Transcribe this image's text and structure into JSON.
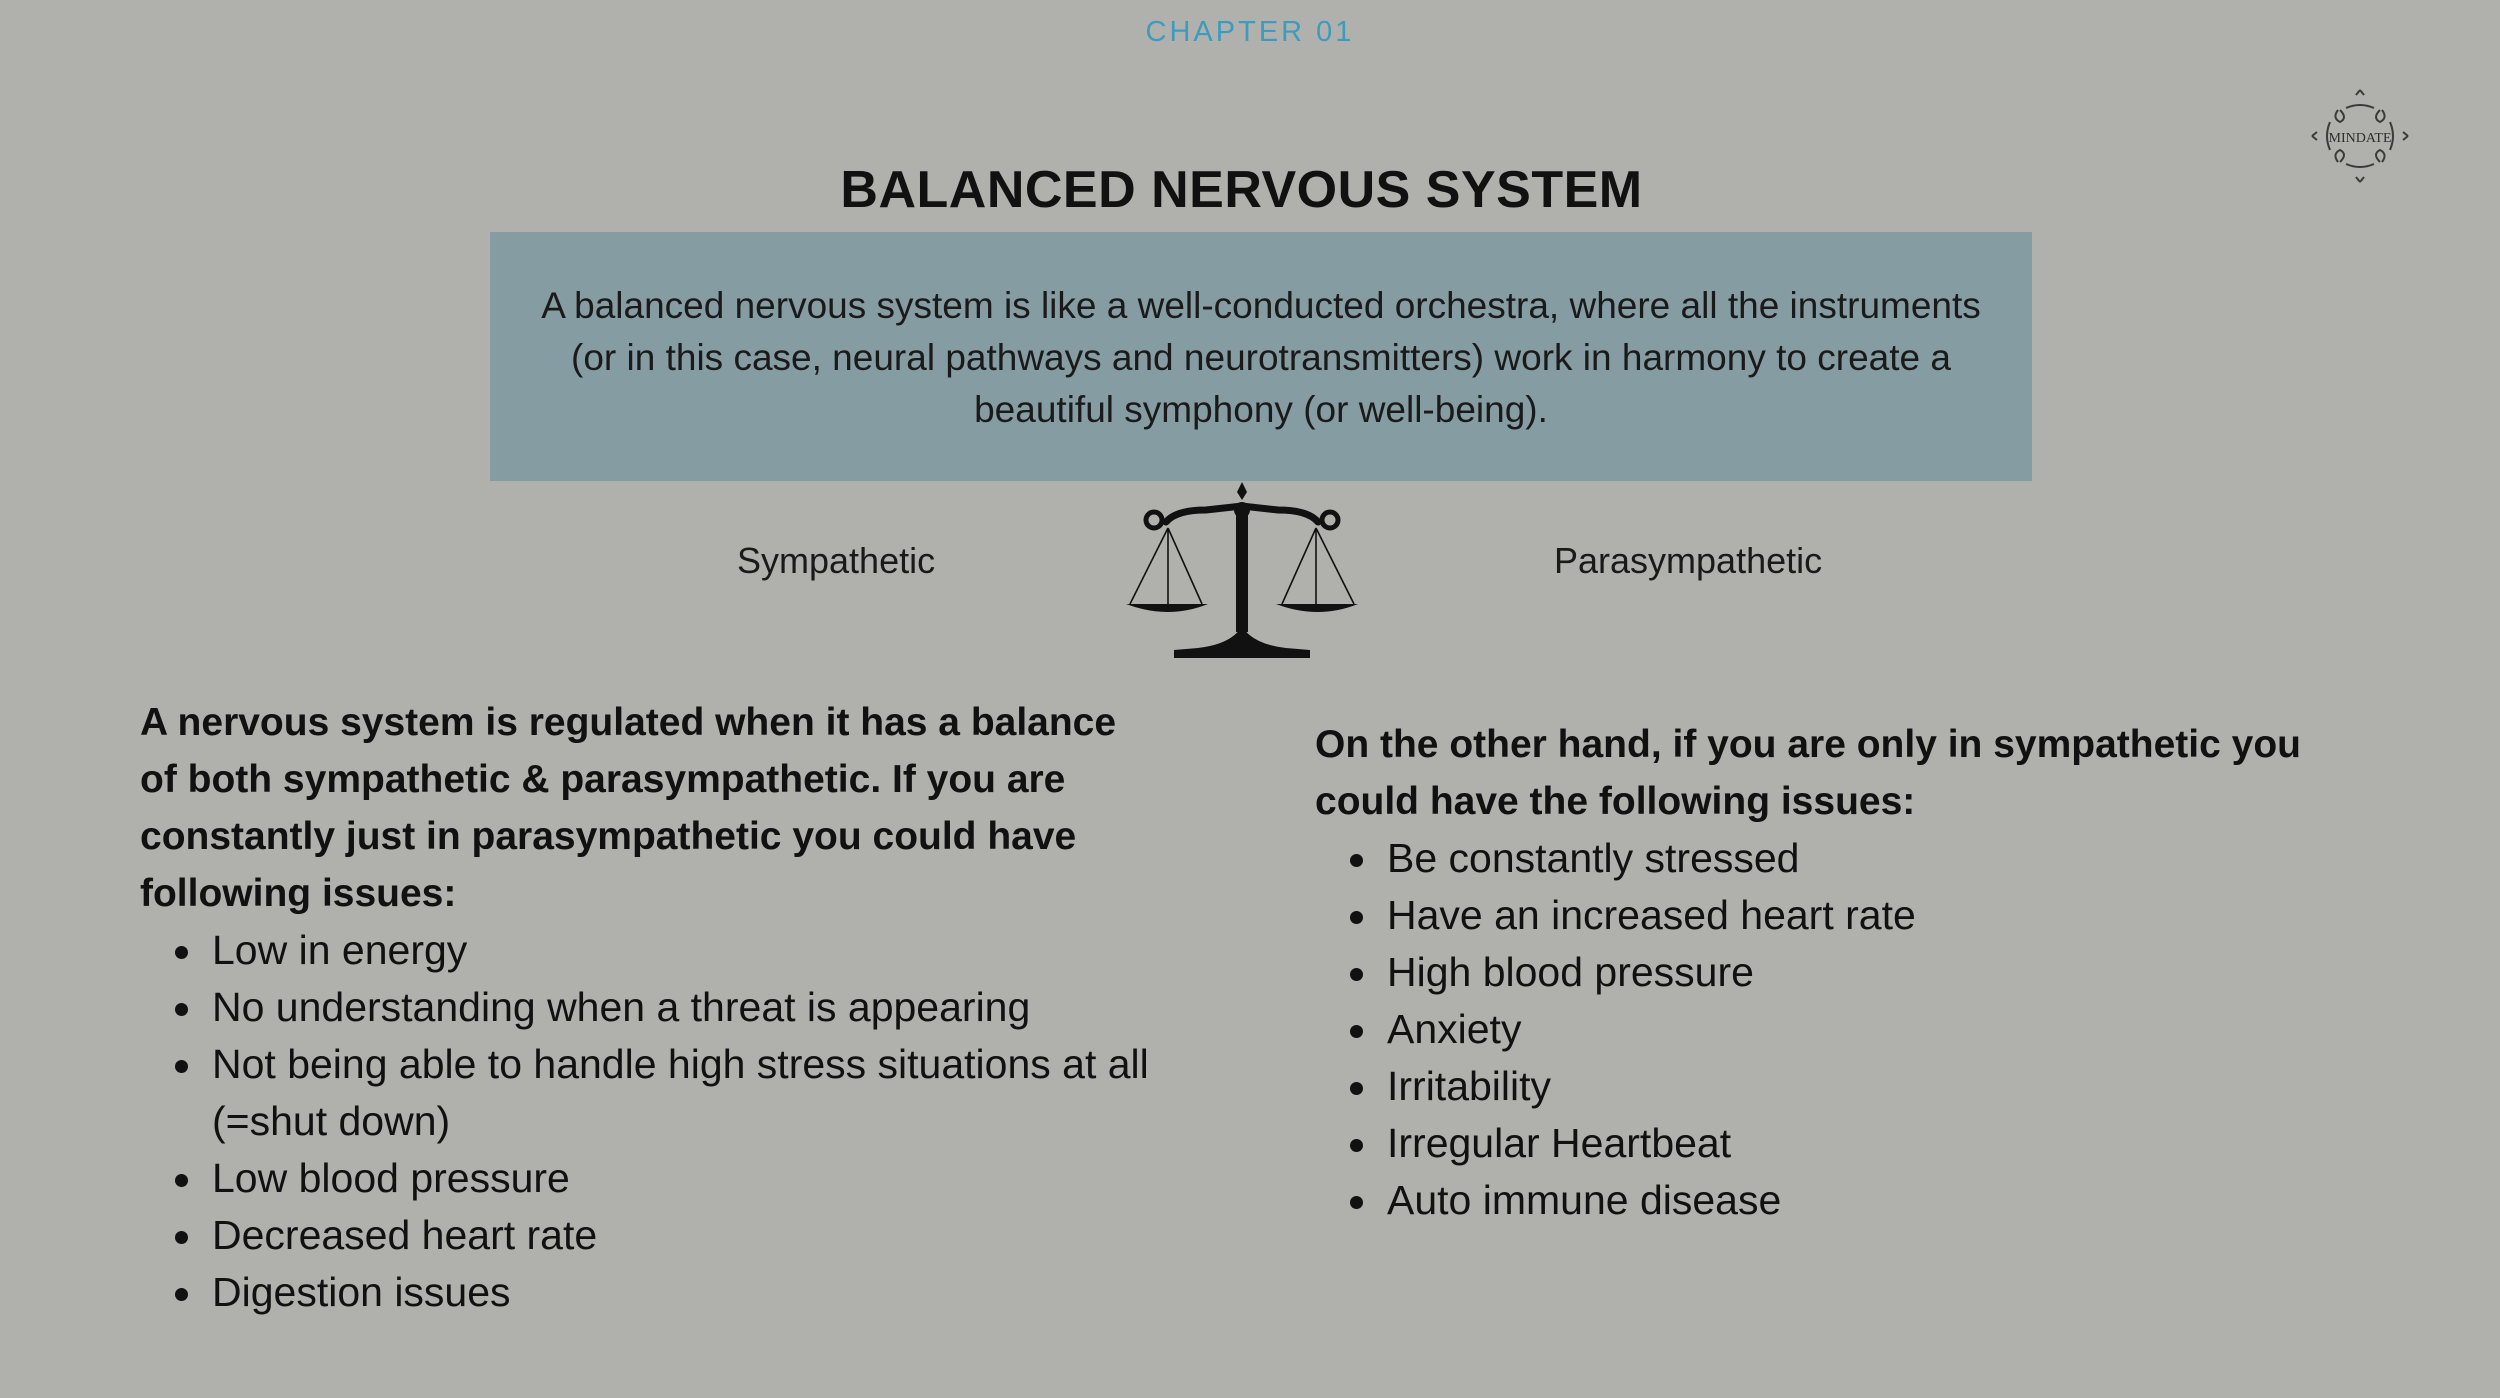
{
  "header": {
    "chapter": "CHAPTER 01",
    "title": "BALANCED NERVOUS SYSTEM"
  },
  "logo": {
    "text": "MINDATE",
    "icon": "mindate-logo-icon"
  },
  "intro": {
    "text": "A balanced nervous system is like a well-conducted orchestra, where all the instruments (or in this case, neural pathways and neurotransmitters) work in harmony to create a beautiful symphony (or well-being)."
  },
  "balance": {
    "left_label": "Sympathetic",
    "right_label": "Parasympathetic",
    "icon": "balance-scale-icon"
  },
  "left_column": {
    "lead": "A nervous system is regulated when it has a balance of both sympathetic & parasympathetic. If you are constantly just in parasympathetic you could have following issues:",
    "items": [
      "Low in energy",
      "No understanding when a threat is appearing",
      "Not being able to handle high stress situations at all (=shut down)",
      "Low blood pressure",
      "Decreased heart rate",
      "Digestion issues"
    ]
  },
  "right_column": {
    "lead": "On the other hand, if you are only in sympathetic you could have the following issues:",
    "items": [
      "Be constantly stressed",
      "Have an increased heart rate",
      "High blood pressure",
      "Anxiety",
      "Irritability",
      "Irregular Heartbeat",
      "Auto immune disease"
    ]
  },
  "colors": {
    "background": "#b0b1ac",
    "accent": "#3d9bbf",
    "quote_box": "#869ca3",
    "text": "#111111"
  }
}
